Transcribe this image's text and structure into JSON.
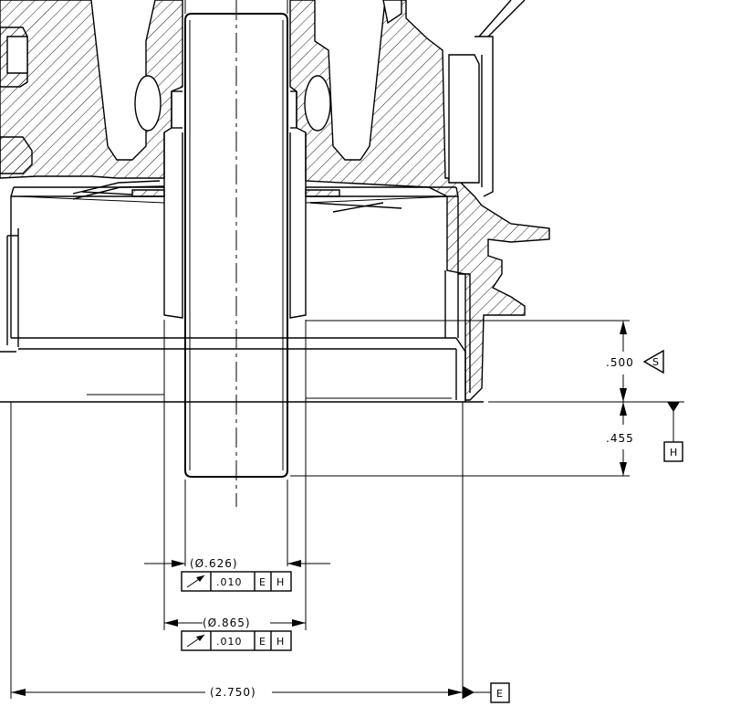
{
  "dimensions": {
    "height_500": ".500",
    "height_455": ".455",
    "dia_626": "(Ø.626)",
    "dia_865": "(Ø.865)",
    "width_2750": "(2.750)"
  },
  "datums": {
    "H": "H",
    "E": "E",
    "S": "S"
  },
  "fcf_626": {
    "symbol": "circular-runout-icon",
    "tolerance": ".010",
    "datum1": "E",
    "datum2": "H"
  },
  "fcf_865": {
    "symbol": "circular-runout-icon",
    "tolerance": ".010",
    "datum1": "E",
    "datum2": "H"
  }
}
